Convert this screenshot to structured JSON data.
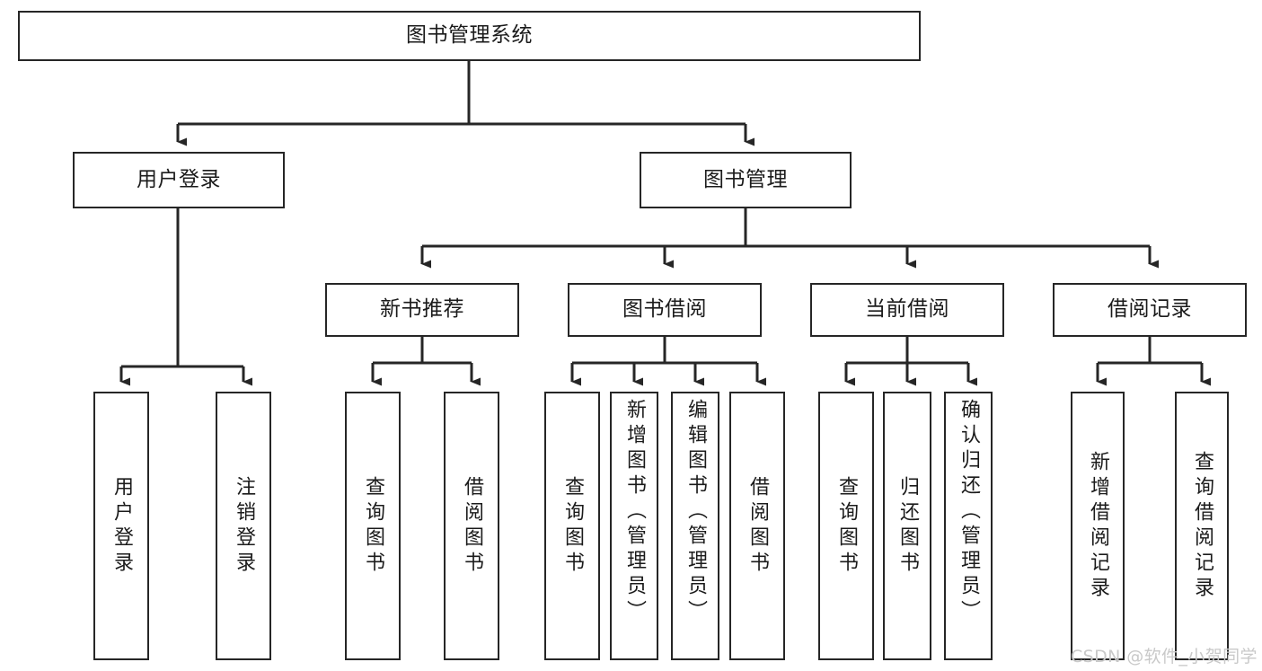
{
  "diagram": {
    "type": "tree-hierarchy-chart",
    "title": "图书管理系统",
    "edge_color": "#262626",
    "box_border_color": "#262626",
    "box_fill": "#ffffff",
    "levels": [
      {
        "level": 1,
        "nodes": [
          {
            "id": "root",
            "label": "图书管理系统"
          }
        ]
      },
      {
        "level": 2,
        "nodes": [
          {
            "id": "login",
            "label": "用户登录",
            "parent": "root"
          },
          {
            "id": "bookmgmt",
            "label": "图书管理",
            "parent": "root"
          }
        ]
      },
      {
        "level": 3,
        "nodes": [
          {
            "id": "newbook",
            "label": "新书推荐",
            "parent": "bookmgmt"
          },
          {
            "id": "borrow",
            "label": "图书借阅",
            "parent": "bookmgmt"
          },
          {
            "id": "current",
            "label": "当前借阅",
            "parent": "bookmgmt"
          },
          {
            "id": "record",
            "label": "借阅记录",
            "parent": "bookmgmt"
          }
        ]
      },
      {
        "level": 4,
        "nodes": [
          {
            "id": "leaf1",
            "label": "用户登录",
            "parent": "login"
          },
          {
            "id": "leaf2",
            "label": "注销登录",
            "parent": "login"
          },
          {
            "id": "leaf3",
            "label": "查询图书",
            "parent": "newbook"
          },
          {
            "id": "leaf4",
            "label": "借阅图书",
            "parent": "newbook"
          },
          {
            "id": "leaf5",
            "label": "查询图书",
            "parent": "borrow"
          },
          {
            "id": "leaf6",
            "label": "新增图书（管理员）",
            "parent": "borrow"
          },
          {
            "id": "leaf7",
            "label": "编辑图书（管理员）",
            "parent": "borrow"
          },
          {
            "id": "leaf8",
            "label": "借阅图书",
            "parent": "borrow"
          },
          {
            "id": "leaf9",
            "label": "查询图书",
            "parent": "current"
          },
          {
            "id": "leaf10",
            "label": "归还图书",
            "parent": "current"
          },
          {
            "id": "leaf11",
            "label": "确认归还（管理员）",
            "parent": "current"
          },
          {
            "id": "leaf12",
            "label": "新增借阅记录",
            "parent": "record"
          },
          {
            "id": "leaf13",
            "label": "查询借阅记录",
            "parent": "record"
          }
        ]
      }
    ]
  },
  "watermark": {
    "text": "CSDN @软件_小贺同学"
  }
}
